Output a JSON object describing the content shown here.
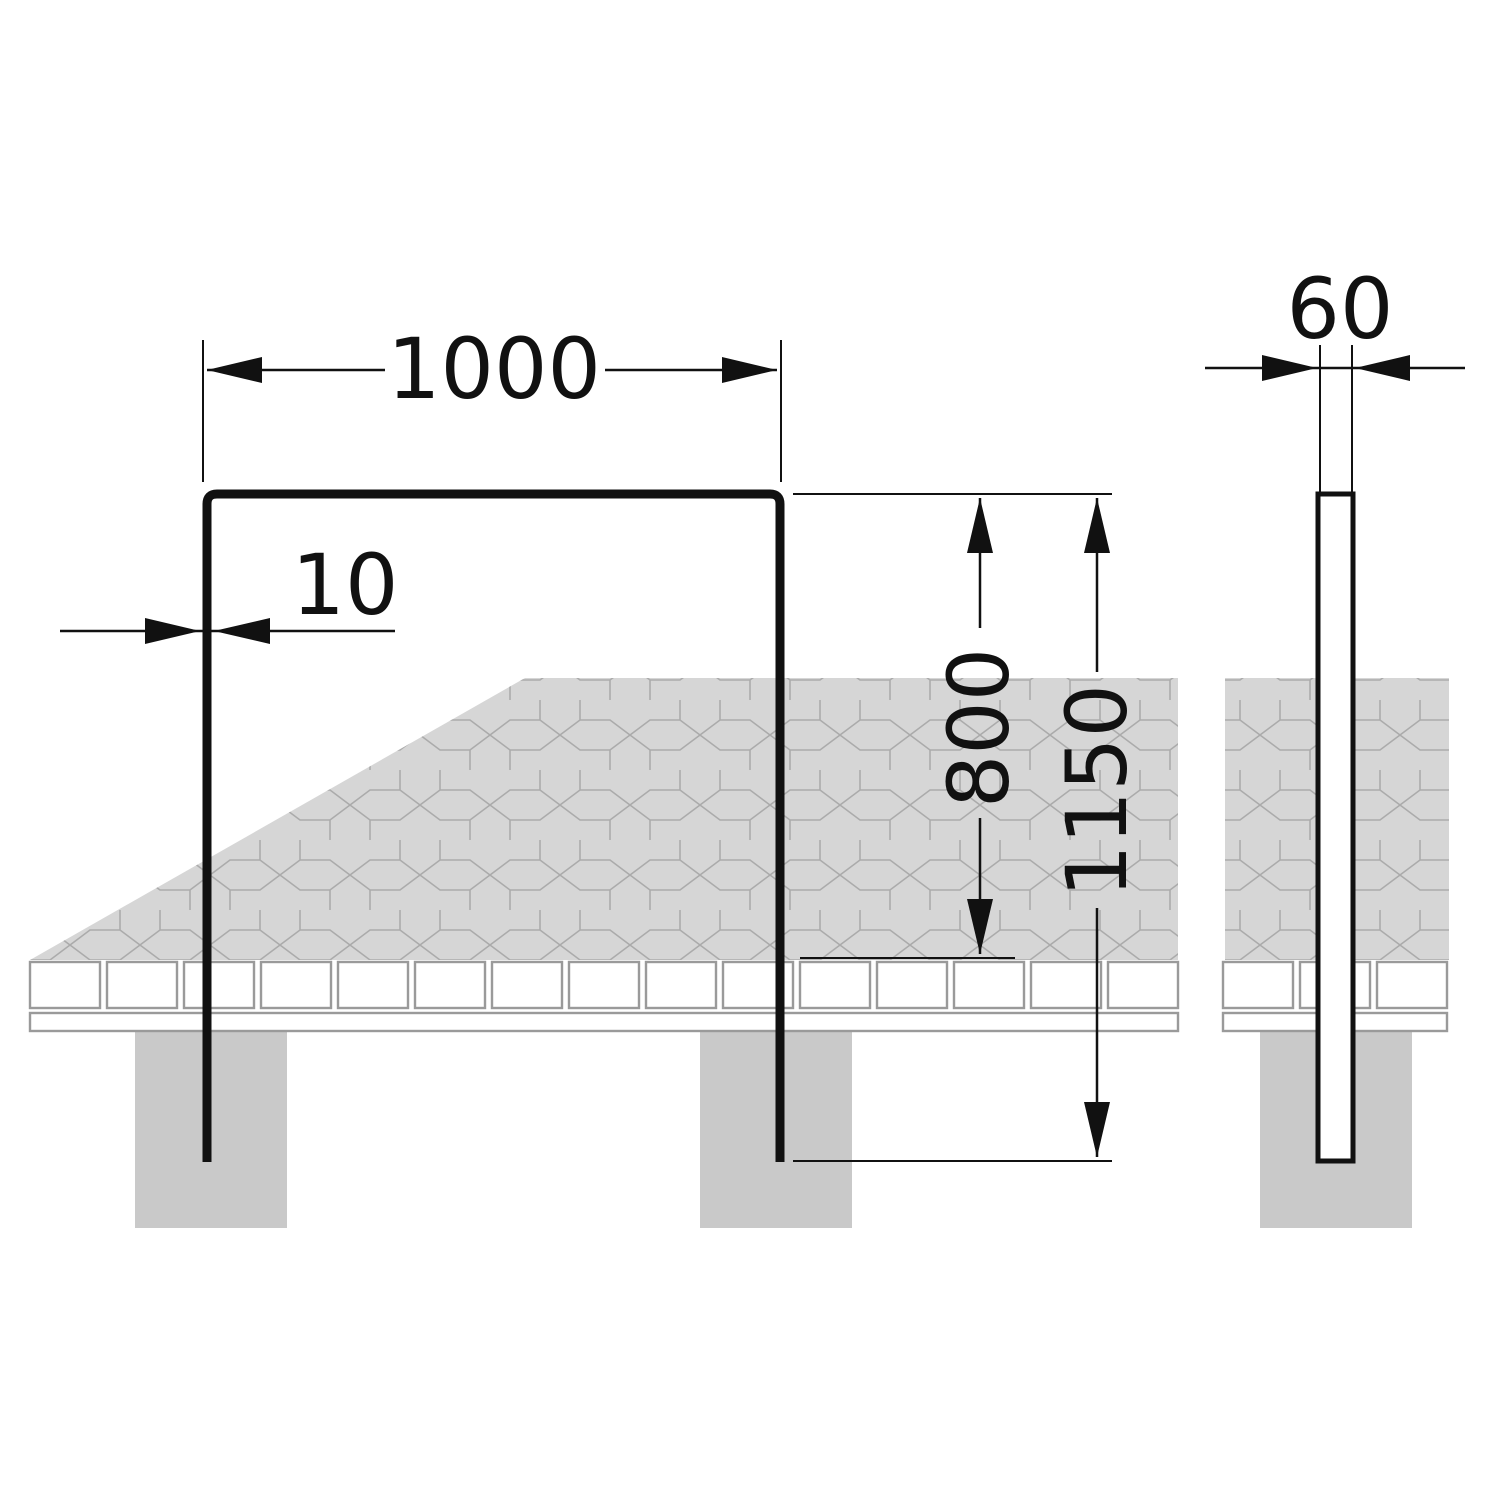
{
  "dimensions": {
    "width": "1000",
    "tube_offset": "10",
    "height_above_ground": "800",
    "total_length": "1150",
    "tube_diameter": "60"
  },
  "colors": {
    "line": "#111111",
    "paving": "#d6d6d6",
    "paving_joint": "#ababab",
    "foundation": "#c9c9c9",
    "background": "#ffffff"
  }
}
